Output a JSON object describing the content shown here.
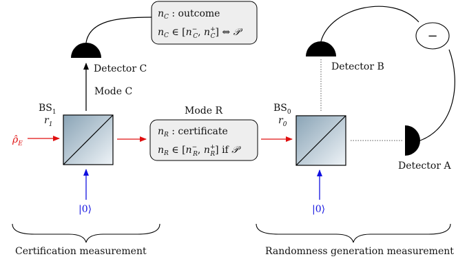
{
  "labels": {
    "detector_c": "Detector C",
    "detector_b": "Detector B",
    "detector_a": "Detector A",
    "mode_c": "Mode C",
    "mode_r": "Mode R",
    "bs1_name": "BS",
    "bs1_index": "1",
    "bs1_r": "r",
    "bs1_r_index": "1",
    "bs0_name": "BS",
    "bs0_index": "0",
    "bs0_r": "r",
    "bs0_r_index": "0",
    "input_state": "ρ̂",
    "input_state_sub": "E",
    "vacuum_1": "|0⟩",
    "vacuum_2": "|0⟩",
    "minus": "−",
    "left_group": "Certification measurement",
    "right_group": "Randomness generation measurement"
  },
  "box_c": {
    "line1_var": "n",
    "line1_sub": "C",
    "line1_text": " : outcome",
    "line2": "n_C ∈ [n_C^−, n_C^+] ⇔ 𝒫"
  },
  "box_r": {
    "line1_var": "n",
    "line1_sub": "R",
    "line1_text": " : certificate",
    "line2": "n_R ∈ [n_R^−, n_R^+] if 𝒫"
  },
  "colors": {
    "red_beam": "#e01010",
    "blue_beam": "#1010e0",
    "box_fill": "#eeeeee",
    "splitter_light": "#e8eef3",
    "splitter_dark": "#8aa4b6"
  }
}
